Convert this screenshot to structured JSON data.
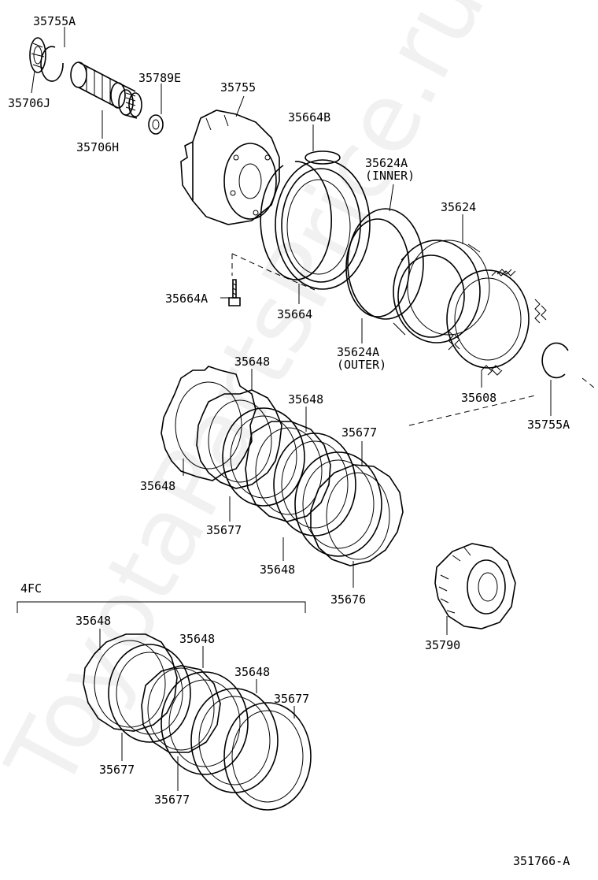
{
  "watermark": "ToyotaPartsPrice.ru",
  "diagram_code": "351766-A",
  "group_label": "4FC",
  "callouts": {
    "p35755A_top": "35755A",
    "p35706J": "35706J",
    "p35706H": "35706H",
    "p35789E": "35789E",
    "p35755": "35755",
    "p35664B": "35664B",
    "p35624A_inner": "35624A",
    "inner_note": "(INNER)",
    "p35624": "35624",
    "p35664A": "35664A",
    "p35664": "35664",
    "p35624A_outer": "35624A",
    "outer_note": "(OUTER)",
    "p35608": "35608",
    "p35755A_right": "35755A",
    "p35648_a": "35648",
    "p35648_b": "35648",
    "p35677_a": "35677",
    "p35648_c": "35648",
    "p35677_b": "35677",
    "p35648_d": "35648",
    "p35676": "35676",
    "p35790": "35790",
    "p35648_e": "35648",
    "p35648_f": "35648",
    "p35648_g": "35648",
    "p35677_c": "35677",
    "p35677_d": "35677",
    "p35677_e": "35677"
  }
}
